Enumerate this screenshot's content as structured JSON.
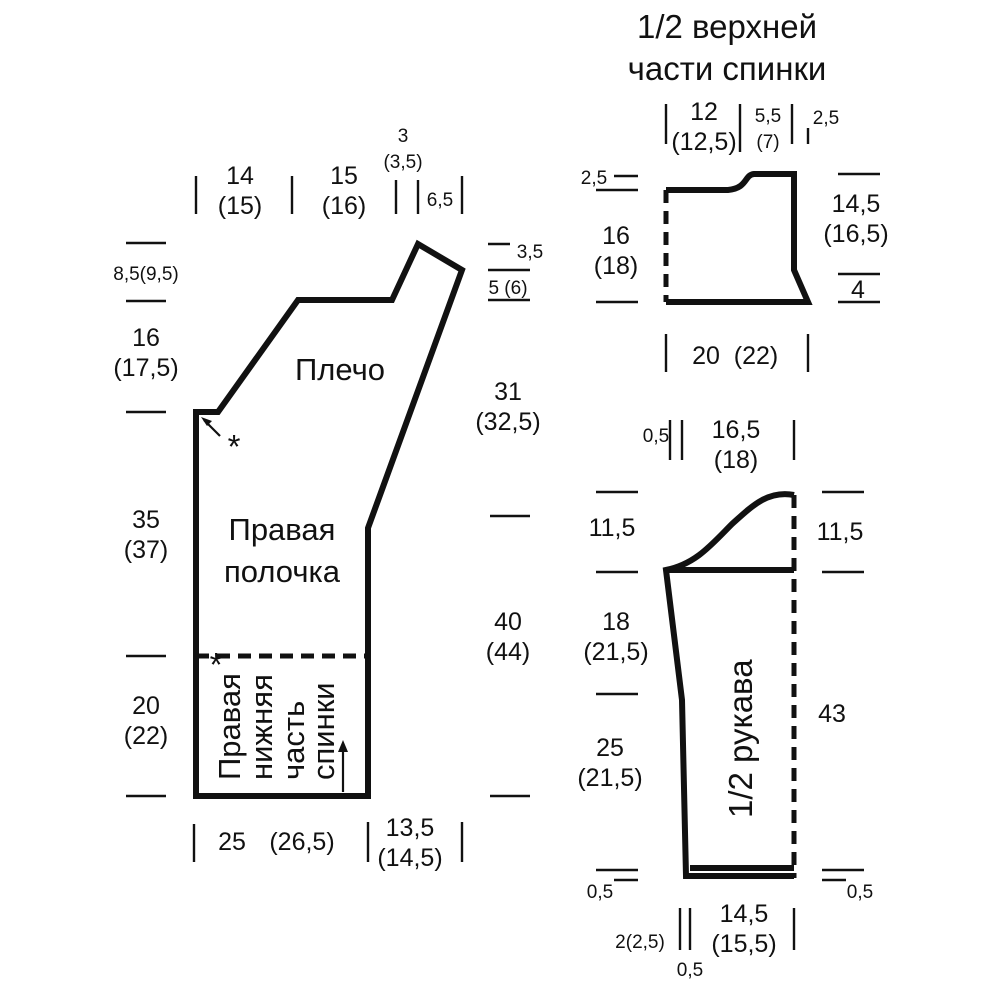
{
  "title": {
    "line1": "1/2 верхней",
    "line2": "части спинки"
  },
  "labels": {
    "shoulder": "Плечо",
    "right_front_1": "Правая",
    "right_front_2": "полочка",
    "back_lower_1": "Правая",
    "back_lower_2": "нижняя",
    "back_lower_3": "часть",
    "back_lower_4": "спинки",
    "sleeve": "1/2 рукава",
    "star": "*"
  },
  "front": {
    "top_w1": "14",
    "top_w1_alt": "(15)",
    "top_w2": "15",
    "top_w2_alt": "(16)",
    "top_w3": "3",
    "top_w3_alt": "(3,5)",
    "top_w4": "6,5",
    "h_top": "8,5(9,5)",
    "h_shoulder": "16",
    "h_shoulder_alt": "(17,5)",
    "h_front": "35",
    "h_front_alt": "(37)",
    "h_bottom": "20",
    "h_bottom_alt": "(22)",
    "r_top1": "3,5",
    "r_top2": "5 (6)",
    "r_mid": "31",
    "r_mid_alt": "(32,5)",
    "r_low": "40",
    "r_low_alt": "(44)",
    "b_w1": "25",
    "b_w1_alt": "(26,5)",
    "b_w2": "13,5",
    "b_w2_alt": "(14,5)"
  },
  "back_upper": {
    "top_w1": "12",
    "top_w1_alt": "(12,5)",
    "top_w2": "5,5",
    "top_w2_alt": "(7)",
    "top_w3": "2,5",
    "l_top": "2,5",
    "l_h": "16",
    "l_h_alt": "(18)",
    "r_h": "14,5",
    "r_h_alt": "(16,5)",
    "r_low": "4",
    "b_w": "20",
    "b_w_alt": "(22)"
  },
  "sleeve": {
    "top_w0": "0,5",
    "top_w1": "16,5",
    "top_w1_alt": "(18)",
    "l_cap": "11,5",
    "r_cap": "11,5",
    "l_h1": "18",
    "l_h1_alt": "(21,5)",
    "l_h2": "25",
    "l_h2_alt": "(21,5)",
    "r_h": "43",
    "l_bot": "0,5",
    "r_bot": "0,5",
    "b_w1": "2(2,5)",
    "b_w2": "0,5",
    "b_w3": "14,5",
    "b_w3_alt": "(15,5)"
  }
}
